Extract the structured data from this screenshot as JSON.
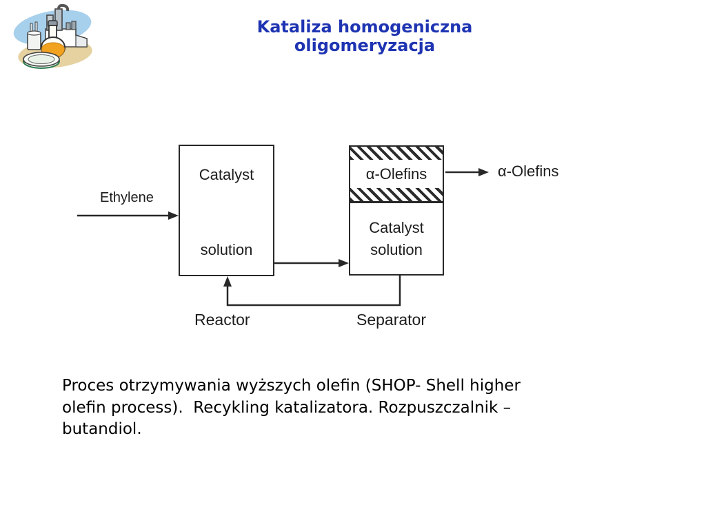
{
  "slide": {
    "title": "Kataliza homogeniczna\noligomeryzacja",
    "caption": "Proces otrzymywania wyższych olefin (SHOP- Shell higher\nolefin process).  Recykling katalizatora. Rozpuszczalnik –\nbutandiol."
  },
  "colors": {
    "title_blue": "#1e34b2",
    "diagram_ink": "#282828",
    "caption_text": "#000000",
    "background": "#ffffff"
  },
  "clipart": {
    "icon": "chemistry-lab-clipart"
  },
  "diagram": {
    "inlet_label": "Ethylene",
    "outlet_label": "α-Olefins",
    "reactor": {
      "content_line1": "Catalyst",
      "content_line2": "solution",
      "caption": "Reactor"
    },
    "separator": {
      "product_label": "α-Olefins",
      "content_line1": "Catalyst",
      "content_line2": "solution",
      "caption": "Separator"
    }
  }
}
